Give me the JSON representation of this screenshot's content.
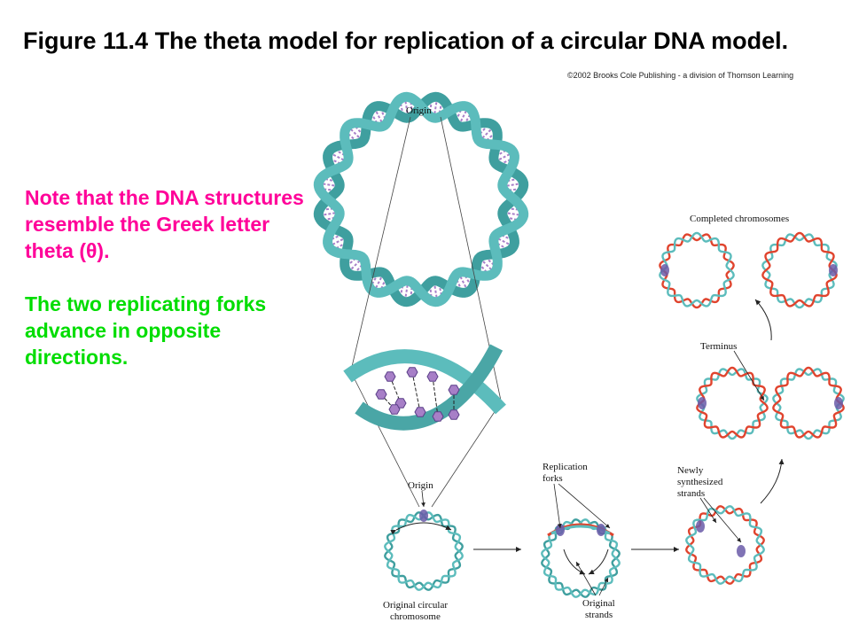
{
  "title": "Figure 11.4 The theta model for replication of a circular DNA model.",
  "copyright": "©2002 Brooks Cole Publishing - a division of Thomson Learning",
  "note": {
    "line1": "Note that the DNA structures resemble the Greek letter theta (θ).",
    "line2": "The two replicating forks advance in opposite directions."
  },
  "labels": {
    "origin_top": "Origin",
    "origin_bottom": "Origin",
    "original_chromosome": [
      "Original circular",
      "chromosome"
    ],
    "replication_forks": [
      "Replication",
      "forks"
    ],
    "original_strands": [
      "Original",
      "strands"
    ],
    "newly_synthesized": [
      "Newly",
      "synthesized",
      "strands"
    ],
    "terminus": "Terminus",
    "completed": "Completed chromosomes"
  },
  "colors": {
    "title": "#000000",
    "note_pink": "#ff0099",
    "note_green": "#00dd00",
    "strand_teal": "#5cbcbc",
    "new_strand_red": "#e0442e",
    "base_purple": "#a77fc7",
    "fork_purple": "#6a5aa8"
  }
}
